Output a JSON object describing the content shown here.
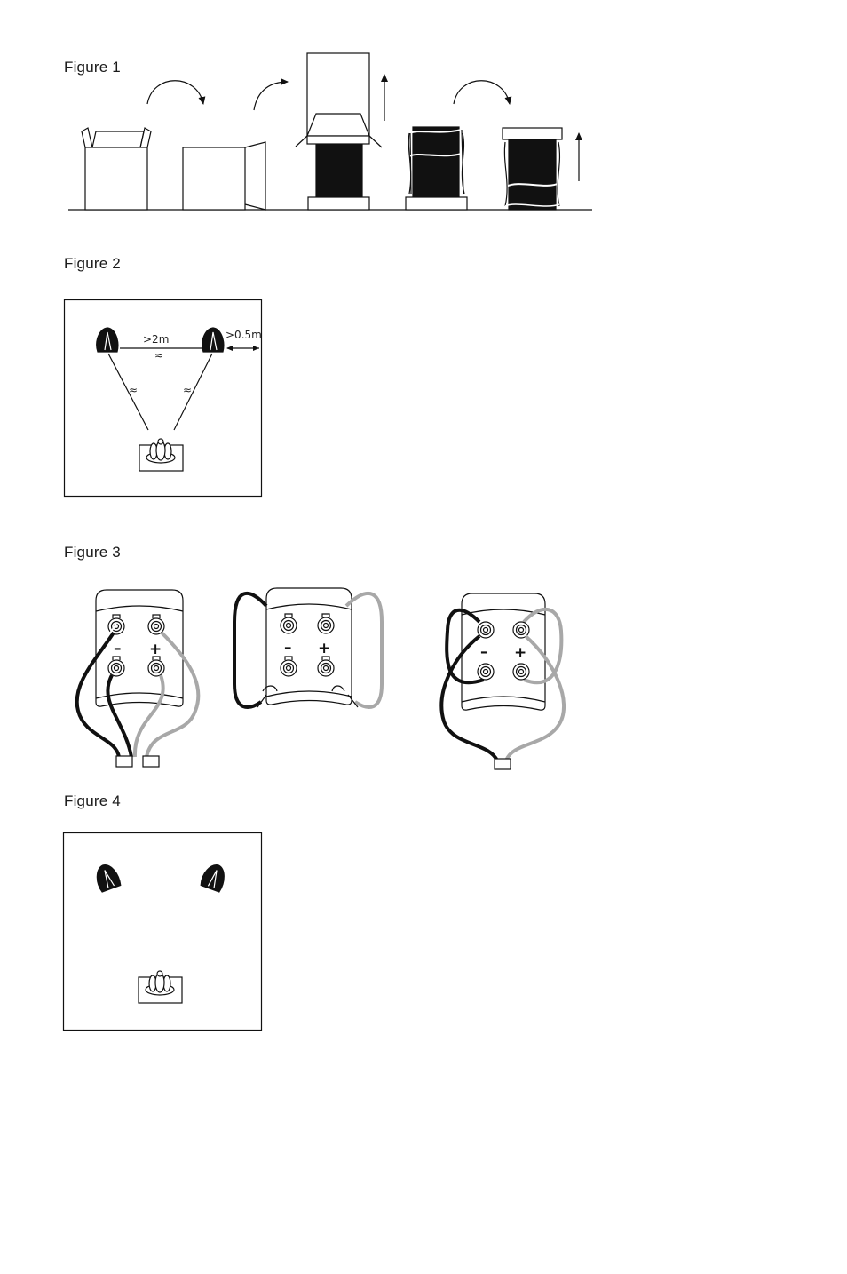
{
  "figures": {
    "fig1": {
      "label": "Figure 1"
    },
    "fig2": {
      "label": "Figure 2",
      "distance_between": ">2m",
      "wall_distance": ">0.5m",
      "approx": "≈"
    },
    "fig3": {
      "label": "Figure 3",
      "minus": "–",
      "plus": "+"
    },
    "fig4": {
      "label": "Figure 4"
    }
  },
  "colors": {
    "ink": "#111111",
    "grey_cable": "#a8a8a8",
    "black_cable": "#111111"
  },
  "icons": [
    "rotate-arrow-icon",
    "up-arrow-icon",
    "speaker-icon",
    "listener-icon",
    "terminal-icon",
    "spade-connector-icon"
  ]
}
